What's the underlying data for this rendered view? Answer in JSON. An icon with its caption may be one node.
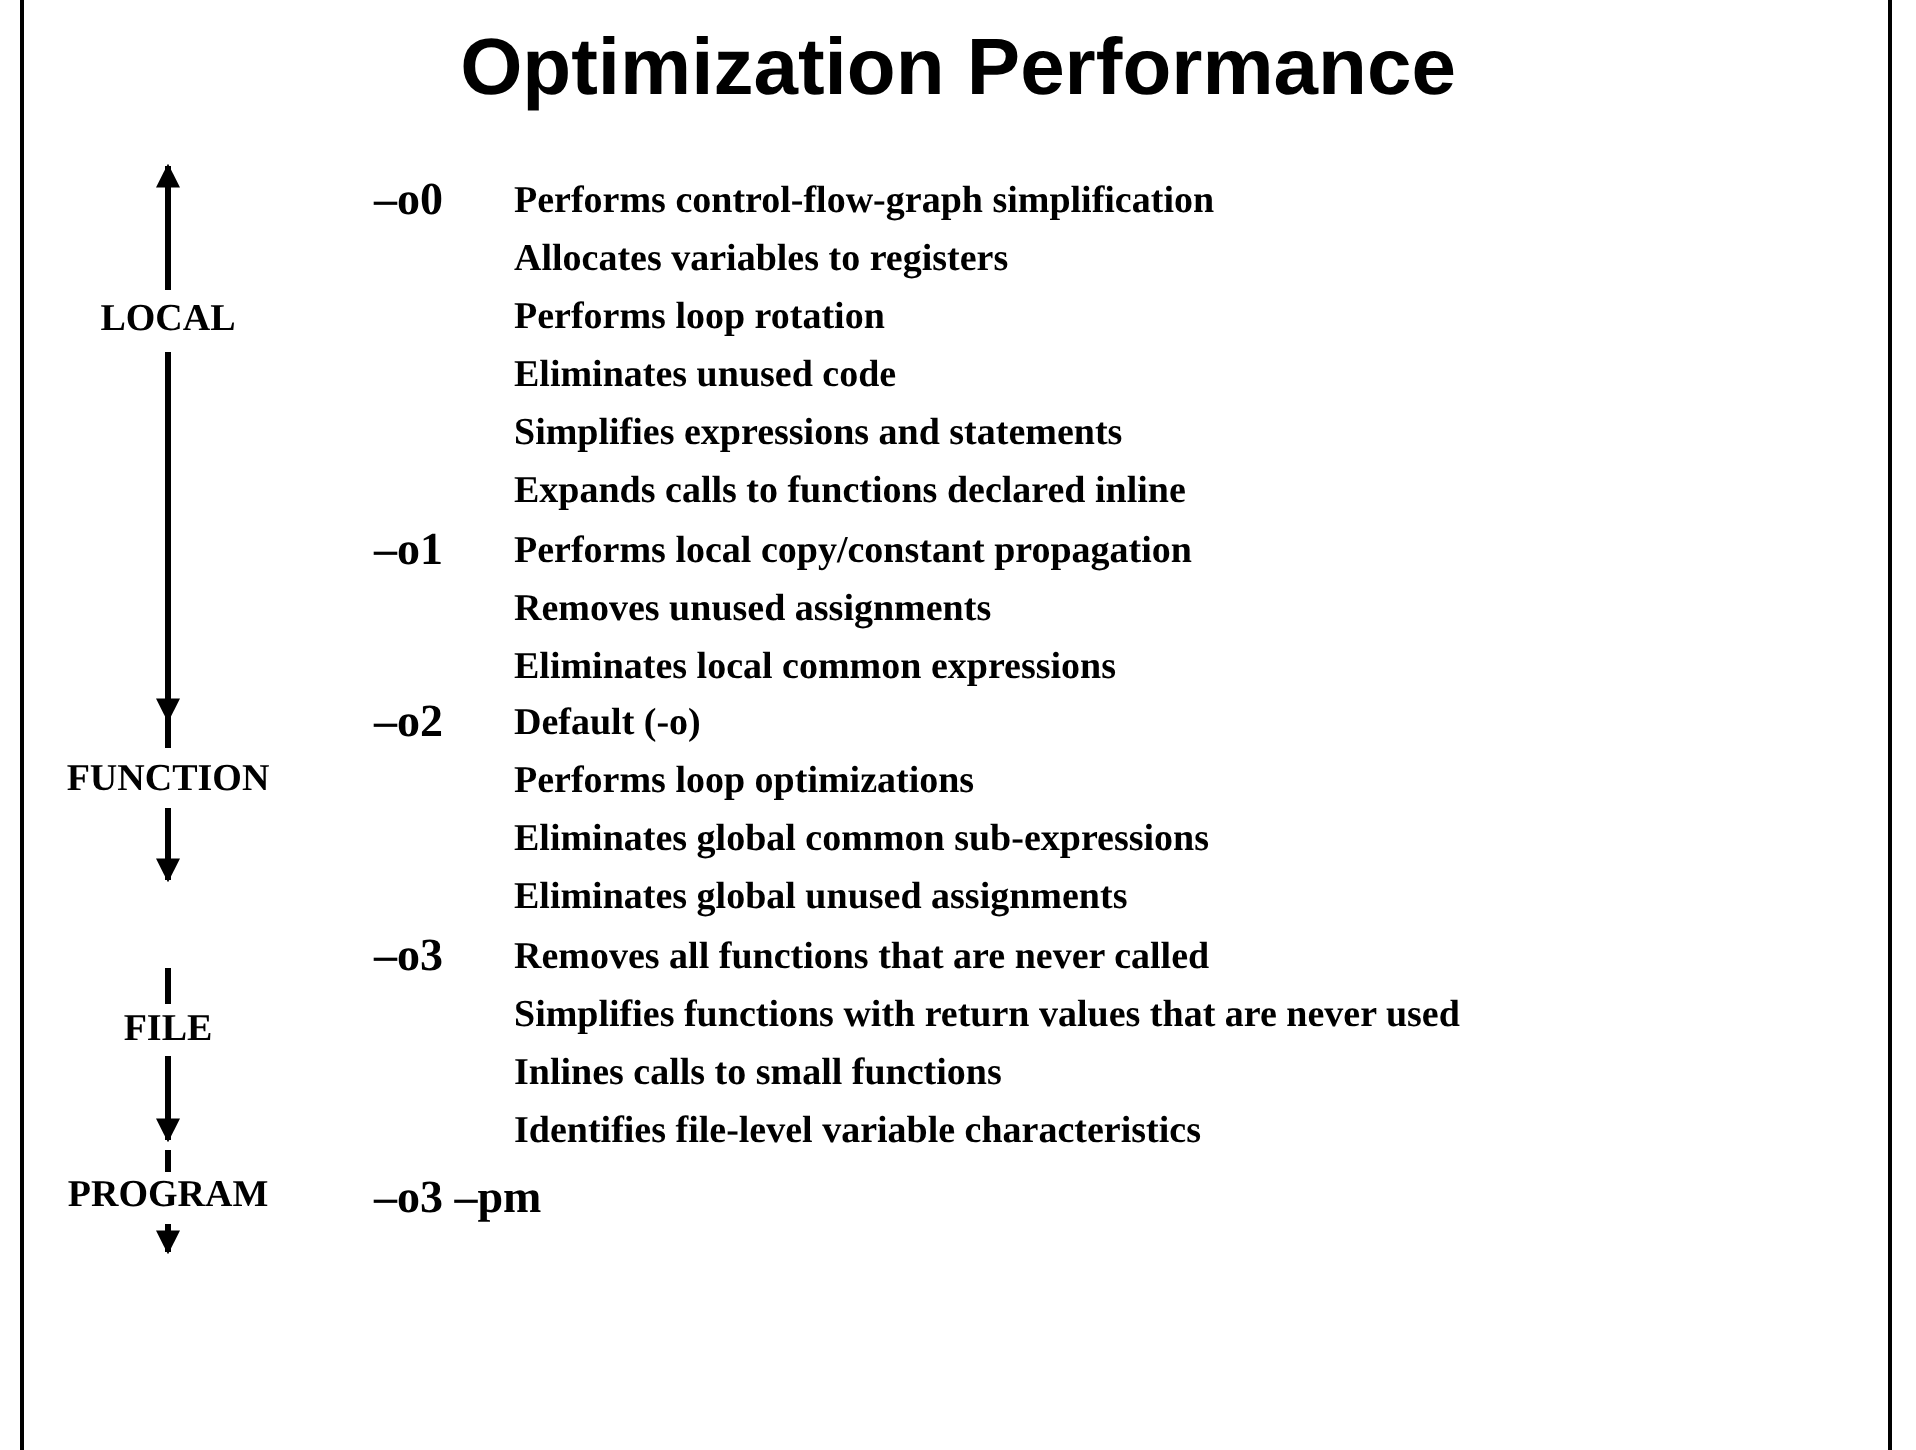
{
  "diagram": {
    "title": "Optimization Performance",
    "labels": [
      "LOCAL",
      "–o0",
      "Performs control-flow-graph simplification",
      "Allocates variables to registers",
      "Performs loop rotation",
      "Eliminates unused code",
      "Simplifies expressions and statements",
      "Expands calls to functions declared inline",
      "–o1",
      "Performs local copy/constant propagation",
      "Removes unused assignments",
      "Eliminates local common expressions",
      "FUNCTION",
      "–o2",
      "Default (-o)",
      "Performs loop optimizations",
      "Eliminates global common sub-expressions",
      "Eliminates global unused assignments",
      "FILE",
      "–o3",
      "Removes all functions that are never called",
      "Simplifies functions with return values that are never used",
      "Inlines calls to small functions",
      "Identifies file-level variable characteristics",
      "PROGRAM",
      "–o3 –pm"
    ]
  }
}
